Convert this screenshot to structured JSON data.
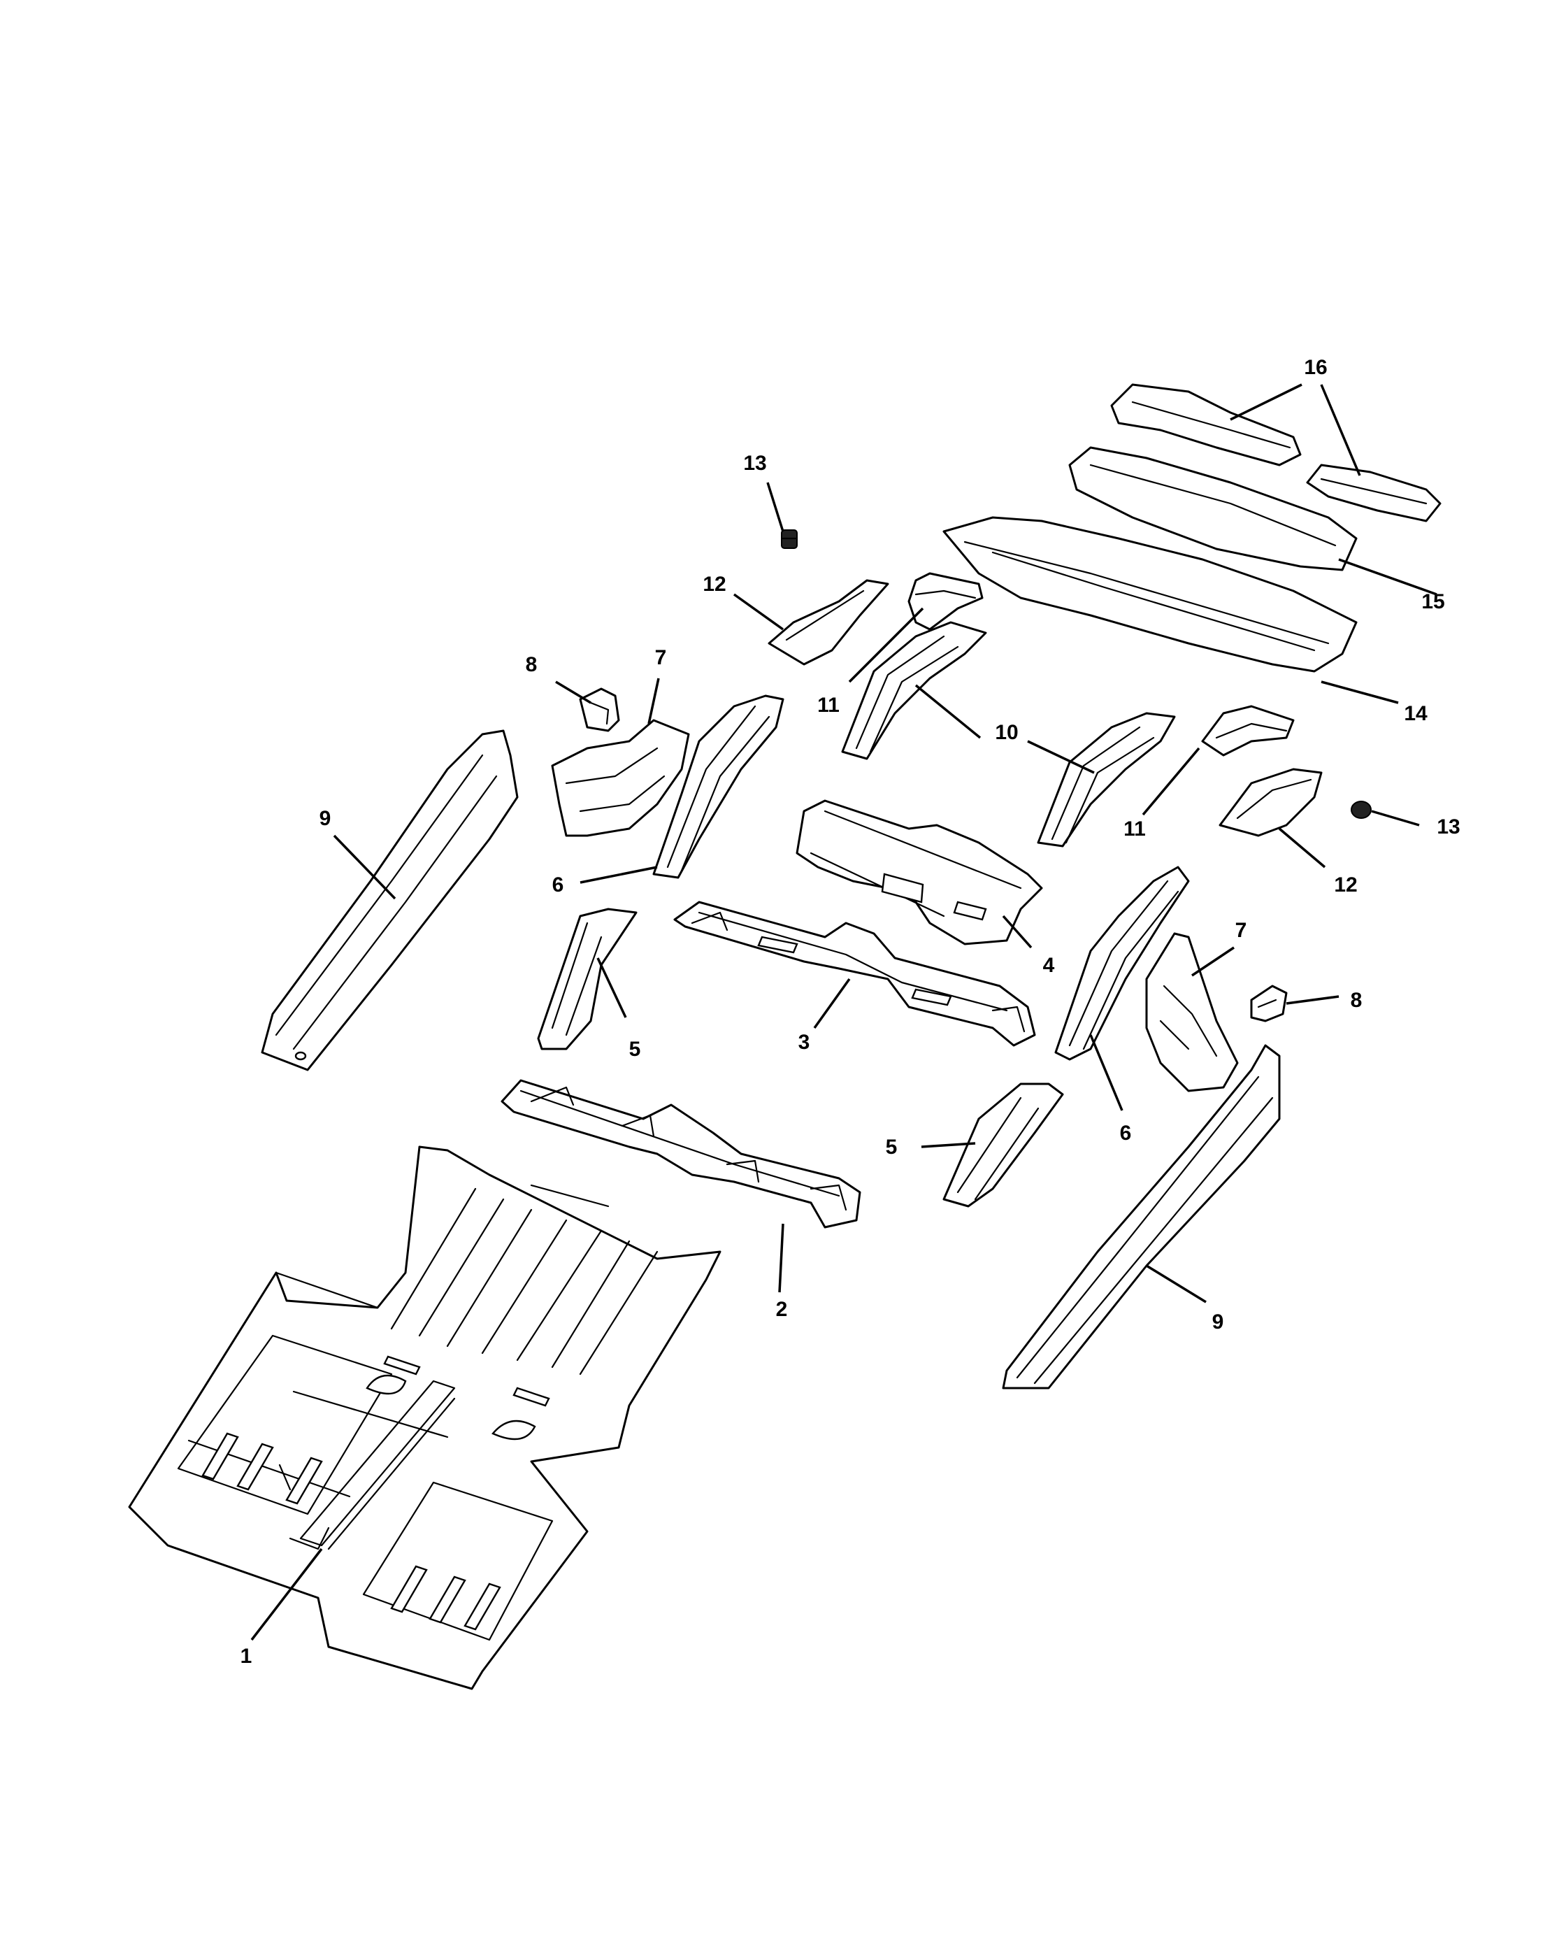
{
  "callouts": {
    "c1": "1",
    "c2": "2",
    "c3": "3",
    "c4": "4",
    "c5a": "5",
    "c5b": "5",
    "c6a": "6",
    "c6b": "6",
    "c7a": "7",
    "c7b": "7",
    "c8a": "8",
    "c8b": "8",
    "c9a": "9",
    "c9b": "9",
    "c10": "10",
    "c11a": "11",
    "c11b": "11",
    "c12a": "12",
    "c12b": "12",
    "c13a": "13",
    "c13b": "13",
    "c14": "14",
    "c15": "15",
    "c16": "16"
  },
  "colors": {
    "line": "#000000",
    "background": "#ffffff"
  }
}
